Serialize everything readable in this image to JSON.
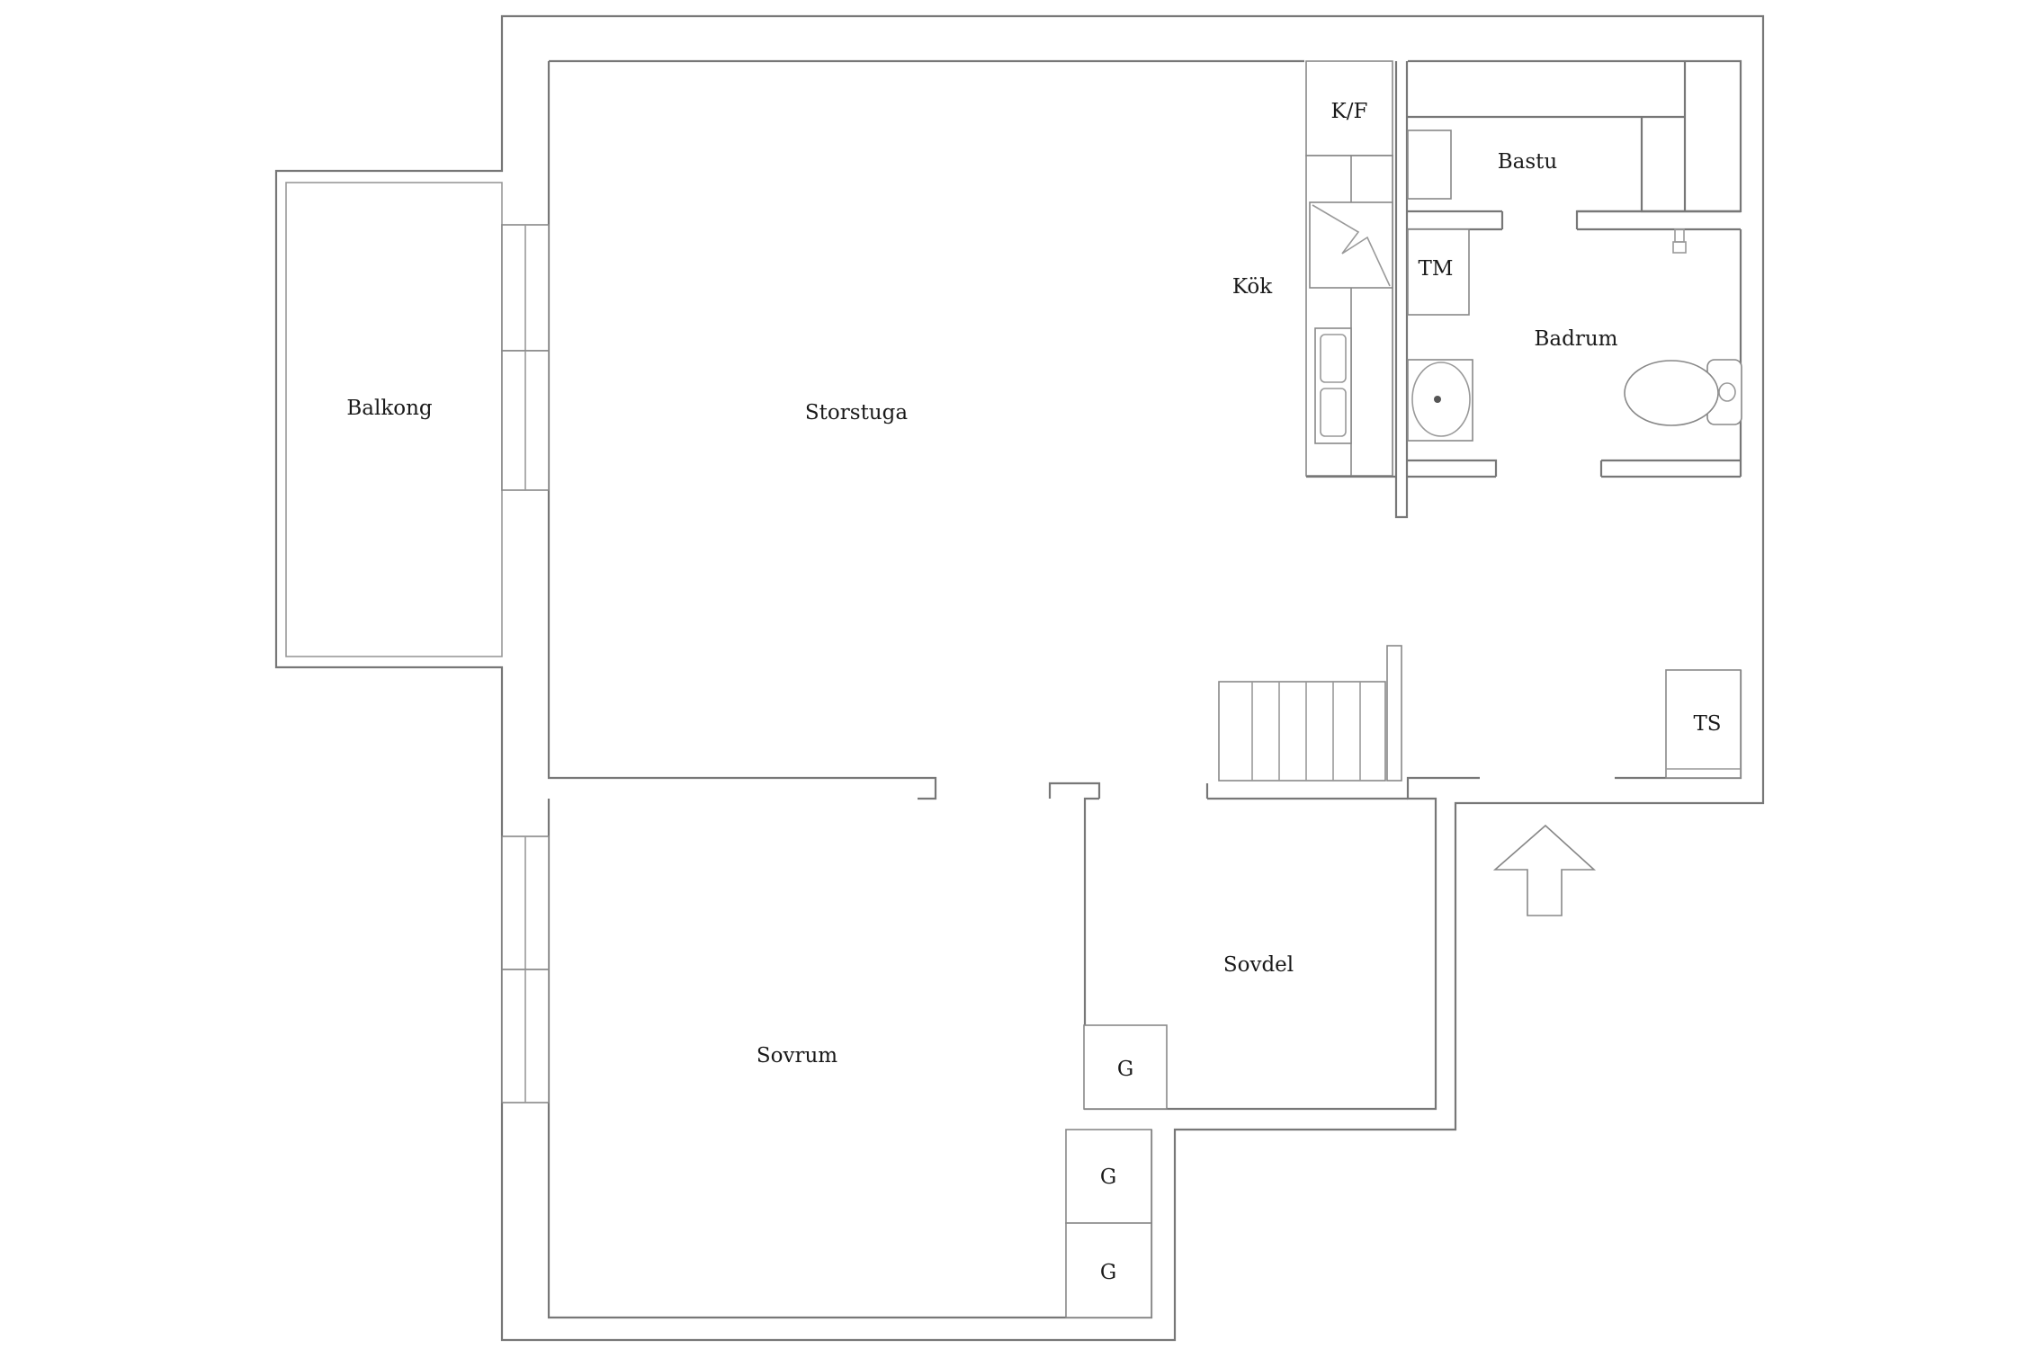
{
  "rooms": {
    "balkong": "Balkong",
    "storstuga": "Storstuga",
    "kok": "Kök",
    "kf": "K/F",
    "bastu": "Bastu",
    "tm": "TM",
    "badrum": "Badrum",
    "ts": "TS",
    "sovrum": "Sovrum",
    "sovdel": "Sovdel",
    "g1": "G",
    "g2": "G",
    "g3": "G"
  },
  "icons": {
    "entrance": "arrow-up-icon",
    "stove": "stove-icon",
    "sink": "kitchen-sink-icon",
    "basin": "washbasin-icon",
    "toilet": "toilet-icon",
    "stairs": "stairs-icon"
  },
  "colors": {
    "background": "#ffffff",
    "wall": "#777777",
    "text": "#1a1a1a"
  }
}
